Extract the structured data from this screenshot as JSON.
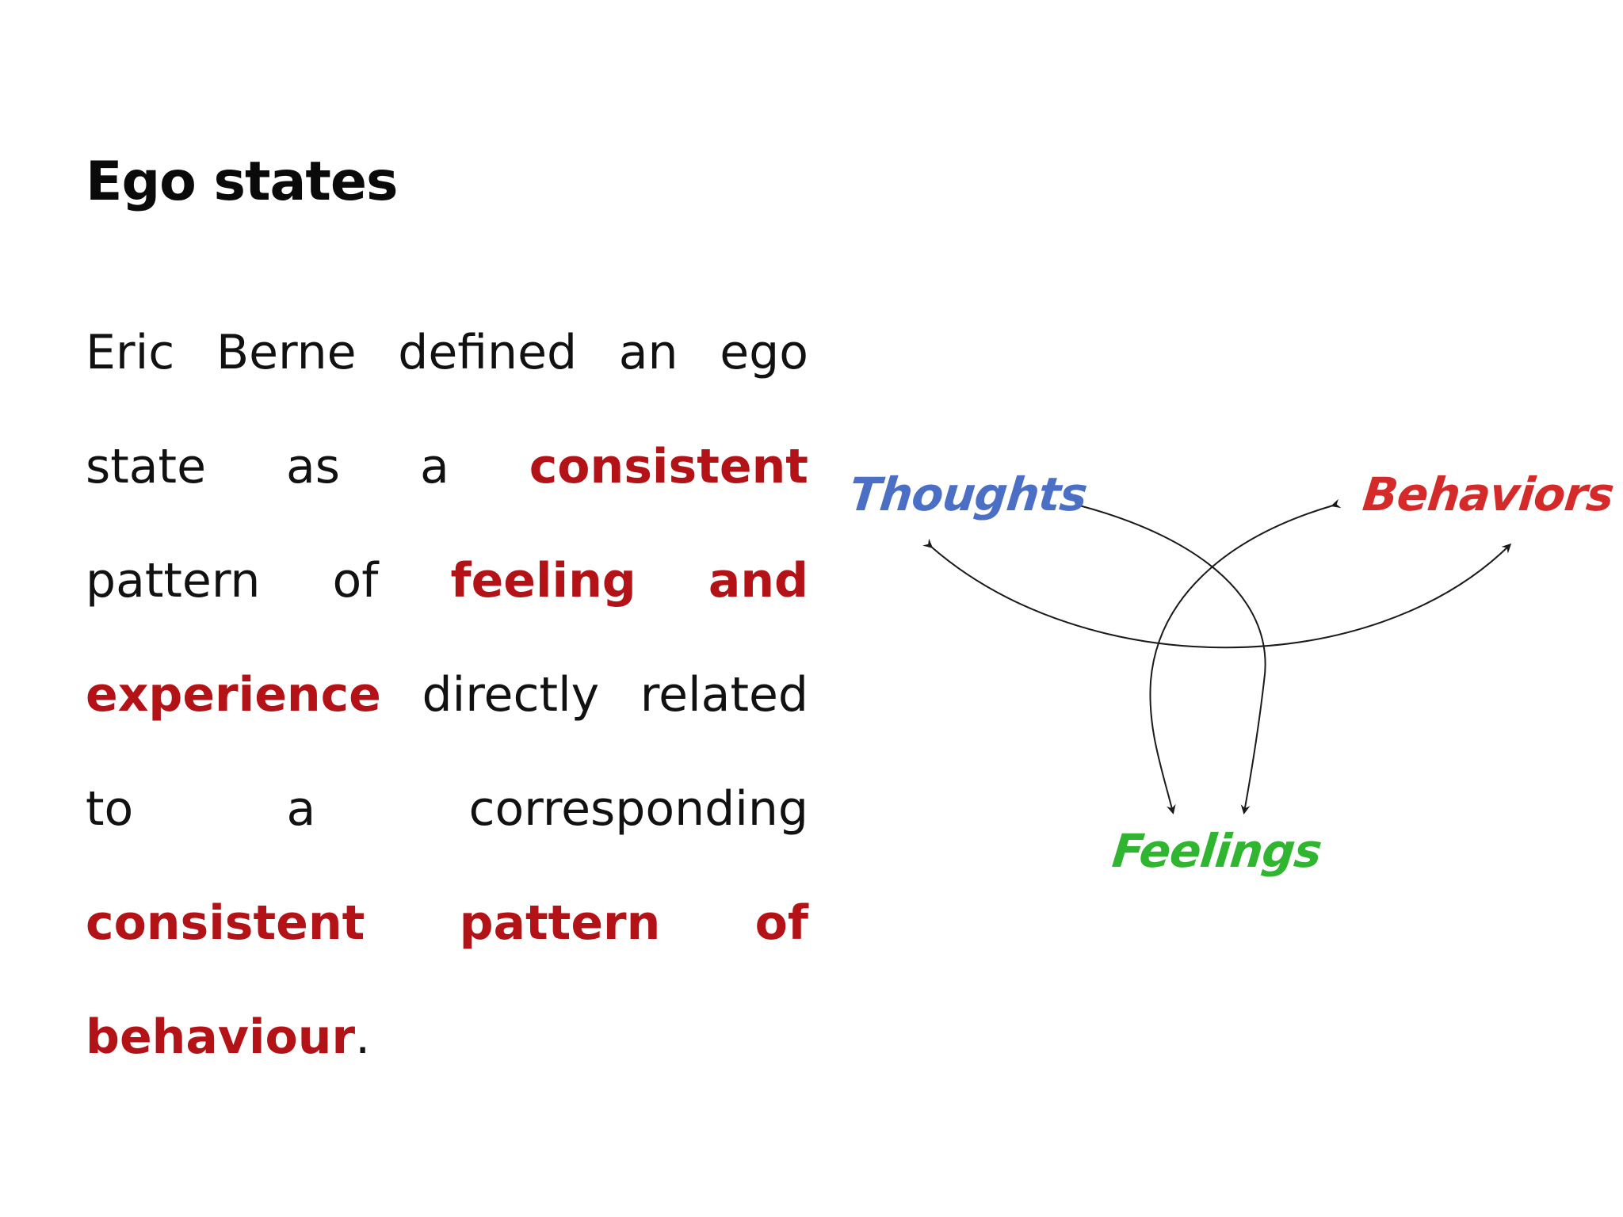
{
  "slide": {
    "title": "Ego states",
    "body_lines": [
      [
        {
          "text": "Eric",
          "highlight": false
        },
        {
          "text": "Berne",
          "highlight": false
        },
        {
          "text": "defined",
          "highlight": false
        },
        {
          "text": "an",
          "highlight": false
        },
        {
          "text": "ego",
          "highlight": false
        }
      ],
      [
        {
          "text": "state",
          "highlight": false
        },
        {
          "text": "as",
          "highlight": false
        },
        {
          "text": "a",
          "highlight": false
        },
        {
          "text": "consistent",
          "highlight": true
        }
      ],
      [
        {
          "text": "pattern",
          "highlight": false
        },
        {
          "text": "of",
          "highlight": false
        },
        {
          "text": "feeling",
          "highlight": true
        },
        {
          "text": "and",
          "highlight": true
        }
      ],
      [
        {
          "text": "experience",
          "highlight": true
        },
        {
          "text": "directly",
          "highlight": false
        },
        {
          "text": "related",
          "highlight": false
        }
      ],
      [
        {
          "text": "to",
          "highlight": false
        },
        {
          "text": "a",
          "highlight": false
        },
        {
          "text": "corresponding",
          "highlight": false
        }
      ],
      [
        {
          "text": "consistent",
          "highlight": true
        },
        {
          "text": "pattern",
          "highlight": true
        },
        {
          "text": "of",
          "highlight": true
        }
      ],
      [
        {
          "text": "behaviour",
          "highlight": true
        },
        {
          "text": ".",
          "highlight": false
        }
      ]
    ],
    "highlight_color": "#b31217",
    "text_color": "#111111"
  },
  "diagram": {
    "labels": {
      "thoughts": "Thoughts",
      "behaviors": "Behaviors",
      "feelings": "Feelings"
    },
    "colors": {
      "thoughts": "#4a6fc4",
      "behaviors": "#d42a2a",
      "feelings": "#2fb52f",
      "arrows": "#1a1a1a"
    }
  }
}
